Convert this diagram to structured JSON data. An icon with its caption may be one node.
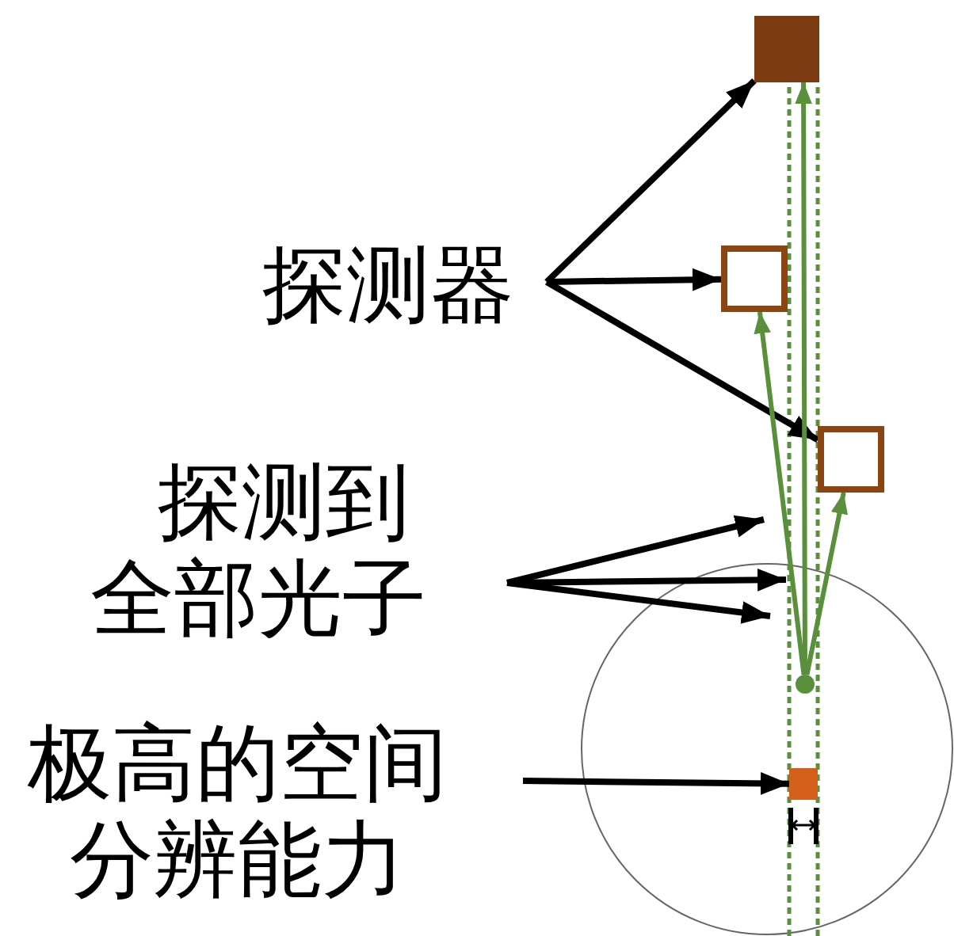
{
  "diagram": {
    "nodes": [
      {
        "text": [
          "探测器"
        ]
      },
      {
        "text": [],
        "shape": "box"
      },
      {
        "text": [],
        "shape": "box"
      },
      {
        "text": [],
        "shape": "box"
      },
      {
        "text": [
          "探测到全部光子"
        ]
      },
      {
        "text": [],
        "shape": "circle"
      },
      {
        "text": [
          "极高的空间分辨能力"
        ]
      },
      {
        "text": [],
        "shape": "box"
      }
    ],
    "edges": [
      {
        "from": 0,
        "to": 1,
        "arrow": "to"
      },
      {
        "from": 0,
        "to": 2,
        "arrow": "to"
      },
      {
        "from": 0,
        "to": 3,
        "arrow": "to"
      },
      {
        "from": 4,
        "to": null,
        "arrow": "to"
      },
      {
        "from": 4,
        "to": null,
        "arrow": "to"
      },
      {
        "from": 4,
        "to": null,
        "arrow": "to"
      },
      {
        "from": 6,
        "to": 7,
        "arrow": "to"
      },
      {
        "from": 5,
        "to": 1,
        "arrow": "to",
        "color": "#5a8f3c"
      },
      {
        "from": 5,
        "to": 2,
        "arrow": "to",
        "color": "#5a8f3c"
      },
      {
        "from": 5,
        "to": 3,
        "arrow": "to",
        "color": "#5a8f3c"
      }
    ]
  }
}
